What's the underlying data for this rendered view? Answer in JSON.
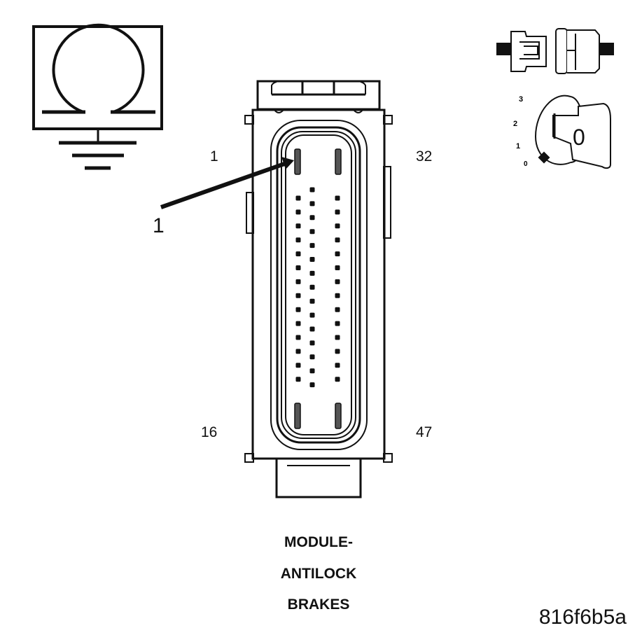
{
  "diagram": {
    "type": "connector-pinout",
    "connector_name_lines": [
      "MODULE-",
      "ANTILOCK",
      "BRAKES"
    ],
    "figure_id": "816f6b5a",
    "pin_labels": {
      "top_left": "1",
      "top_right": "32",
      "bottom_left": "16",
      "bottom_right": "47"
    },
    "callout": {
      "label": "1",
      "points_to": "pin 1"
    },
    "icons": {
      "ohmmeter": "ohmmeter-ground-icon",
      "connector": "disconnect-connector-icon",
      "ignition": "ignition-key-off-icon"
    },
    "ignition_positions": [
      "3",
      "2",
      "1",
      "0"
    ],
    "ignition_key_label": "0",
    "pin_layout": {
      "left_column_pins": 14,
      "middle_column_pins": 15,
      "right_column_pins": 14,
      "blade_terminals": 4
    },
    "colors": {
      "ink": "#111111",
      "background": "#ffffff"
    }
  }
}
